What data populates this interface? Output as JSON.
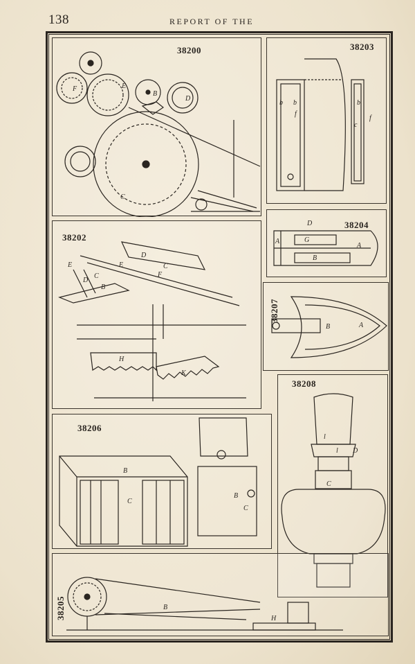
{
  "page": {
    "number": "138",
    "running_head": "REPORT OF THE"
  },
  "figures": [
    {
      "patent_number": "38200",
      "labels": [
        "E",
        "F",
        "B",
        "D",
        "C"
      ]
    },
    {
      "patent_number": "38203",
      "labels": [
        "b",
        "b",
        "f",
        "b",
        "c",
        "f"
      ]
    },
    {
      "patent_number": "38202",
      "labels": [
        "D",
        "C",
        "E",
        "E",
        "C",
        "D",
        "B",
        "F",
        "H",
        "K"
      ]
    },
    {
      "patent_number": "38204",
      "labels": [
        "D",
        "G",
        "A",
        "A",
        "B"
      ]
    },
    {
      "patent_number": "38207",
      "labels": [
        "B",
        "A"
      ]
    },
    {
      "patent_number": "38208",
      "labels": [
        "l",
        "l",
        "D",
        "C"
      ]
    },
    {
      "patent_number": "38206",
      "labels": [
        "B",
        "C",
        "B",
        "C"
      ]
    },
    {
      "patent_number": "38205",
      "labels": [
        "B",
        "H"
      ]
    }
  ]
}
